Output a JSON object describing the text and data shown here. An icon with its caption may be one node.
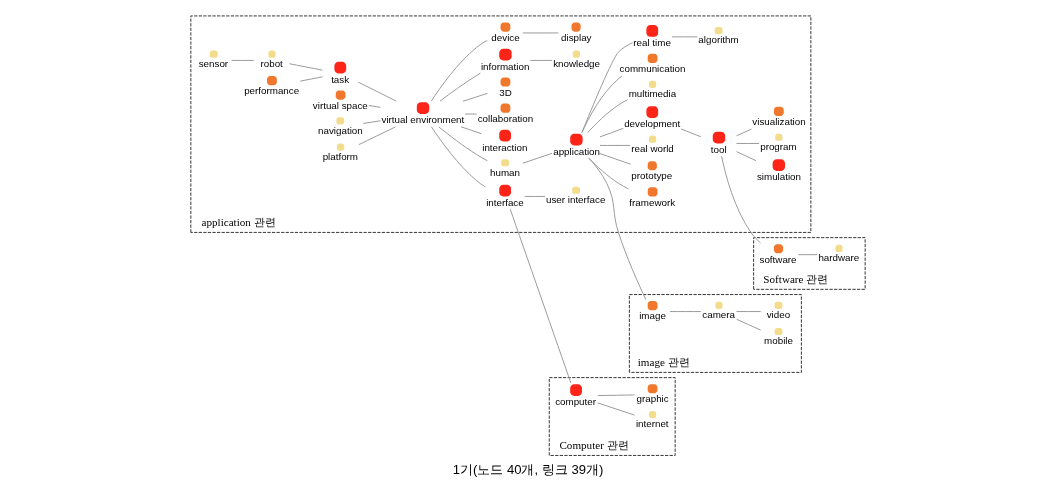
{
  "diagram": {
    "caption": "1기(노드 40개, 링크 39개)",
    "nodes": [
      {
        "text": [
          "image 관련"
        ]
      },
      {
        "text": [
          "mobile"
        ],
        "in": 0
      },
      {
        "text": [
          "video"
        ],
        "in": 0
      },
      {
        "text": [
          "camera"
        ],
        "in": 0
      },
      {
        "text": [
          "image"
        ],
        "in": 0
      },
      {
        "text": [
          "application 관련"
        ]
      },
      {
        "text": [
          "sensor"
        ],
        "in": 5
      },
      {
        "text": [
          "robot"
        ],
        "in": 5
      },
      {
        "text": [
          "framework"
        ],
        "in": 5
      },
      {
        "text": [
          "prototype"
        ],
        "in": 5
      },
      {
        "text": [
          "real world"
        ],
        "in": 5
      },
      {
        "text": [
          "simulation"
        ],
        "in": 5
      },
      {
        "text": [
          "program"
        ],
        "in": 5
      },
      {
        "text": [
          "performance"
        ],
        "in": 5
      },
      {
        "text": [
          "task"
        ],
        "in": 5
      },
      {
        "text": [
          "virtual space"
        ],
        "in": 5
      },
      {
        "text": [
          "navigation"
        ],
        "in": 5
      },
      {
        "text": [
          "application"
        ],
        "in": 5
      },
      {
        "text": [
          "development"
        ],
        "in": 5
      },
      {
        "text": [
          "tool"
        ],
        "in": 5
      },
      {
        "text": [
          "platform"
        ],
        "in": 5
      },
      {
        "text": [
          "human"
        ],
        "in": 5
      },
      {
        "text": [
          "virtual environment"
        ],
        "in": 5
      },
      {
        "text": [
          "multimedia"
        ],
        "in": 5
      },
      {
        "text": [
          "information"
        ],
        "in": 5
      },
      {
        "text": [
          "knowledge"
        ],
        "in": 5
      },
      {
        "text": [
          "communication"
        ],
        "in": 5
      },
      {
        "text": [
          "real time"
        ],
        "in": 5
      },
      {
        "text": [
          "interaction"
        ],
        "in": 5
      },
      {
        "text": [
          "collaboration"
        ],
        "in": 5
      },
      {
        "text": [
          "3D"
        ],
        "in": 5
      },
      {
        "text": [
          "device"
        ],
        "in": 5
      },
      {
        "text": [
          "visualization"
        ],
        "in": 5
      },
      {
        "text": [
          "interface"
        ],
        "in": 5
      },
      {
        "text": [
          "algorithm"
        ],
        "in": 5
      },
      {
        "text": [
          "display"
        ],
        "in": 5
      },
      {
        "text": [
          "user interface"
        ],
        "in": 5
      },
      {
        "text": [
          "Software 관련"
        ]
      },
      {
        "text": [
          "software"
        ],
        "in": 37
      },
      {
        "text": [
          "hardware"
        ],
        "in": 37
      },
      {
        "text": [
          "Computer 관련"
        ]
      },
      {
        "text": [
          "computer"
        ],
        "in": 40
      },
      {
        "text": [
          "internet"
        ],
        "in": 40
      },
      {
        "text": [
          "graphic"
        ],
        "in": 40
      }
    ],
    "edges": [
      {
        "from": 6,
        "to": 7,
        "arrow": "none"
      },
      {
        "from": 7,
        "to": 14,
        "arrow": "none"
      },
      {
        "from": 13,
        "to": 14,
        "arrow": "none"
      },
      {
        "from": 14,
        "to": 22,
        "arrow": "none"
      },
      {
        "from": 15,
        "to": 22,
        "arrow": "none"
      },
      {
        "from": 16,
        "to": 22,
        "arrow": "none"
      },
      {
        "from": 20,
        "to": 22,
        "arrow": "none"
      },
      {
        "from": 22,
        "to": 21,
        "arrow": "none"
      },
      {
        "from": 21,
        "to": 17,
        "arrow": "none"
      },
      {
        "from": 22,
        "to": 24,
        "arrow": "none"
      },
      {
        "from": 24,
        "to": 25,
        "arrow": "none"
      },
      {
        "from": 22,
        "to": 28,
        "arrow": "none"
      },
      {
        "from": 22,
        "to": 29,
        "arrow": "none"
      },
      {
        "from": 22,
        "to": 30,
        "arrow": "none"
      },
      {
        "from": 22,
        "to": 31,
        "arrow": "none"
      },
      {
        "from": 31,
        "to": 35,
        "arrow": "none"
      },
      {
        "from": 22,
        "to": 33,
        "arrow": "none"
      },
      {
        "from": 33,
        "to": 41,
        "arrow": "none"
      },
      {
        "from": 33,
        "to": 36,
        "arrow": "none"
      },
      {
        "from": 41,
        "to": 42,
        "arrow": "none"
      },
      {
        "from": 41,
        "to": 43,
        "arrow": "none"
      },
      {
        "from": 17,
        "to": 8,
        "arrow": "none"
      },
      {
        "from": 17,
        "to": 9,
        "arrow": "none"
      },
      {
        "from": 17,
        "to": 4,
        "arrow": "none"
      },
      {
        "from": 4,
        "to": 3,
        "arrow": "none"
      },
      {
        "from": 3,
        "to": 1,
        "arrow": "none"
      },
      {
        "from": 3,
        "to": 2,
        "arrow": "none"
      },
      {
        "from": 17,
        "to": 10,
        "arrow": "none"
      },
      {
        "from": 17,
        "to": 18,
        "arrow": "none"
      },
      {
        "from": 18,
        "to": 19,
        "arrow": "none"
      },
      {
        "from": 19,
        "to": 11,
        "arrow": "none"
      },
      {
        "from": 19,
        "to": 12,
        "arrow": "none"
      },
      {
        "from": 19,
        "to": 32,
        "arrow": "none"
      },
      {
        "from": 19,
        "to": 38,
        "arrow": "none"
      },
      {
        "from": 38,
        "to": 39,
        "arrow": "none"
      },
      {
        "from": 17,
        "to": 23,
        "arrow": "none"
      },
      {
        "from": 17,
        "to": 27,
        "arrow": "none"
      },
      {
        "from": 27,
        "to": 34,
        "arrow": "none"
      },
      {
        "from": 17,
        "to": 26,
        "arrow": "none"
      }
    ]
  }
}
